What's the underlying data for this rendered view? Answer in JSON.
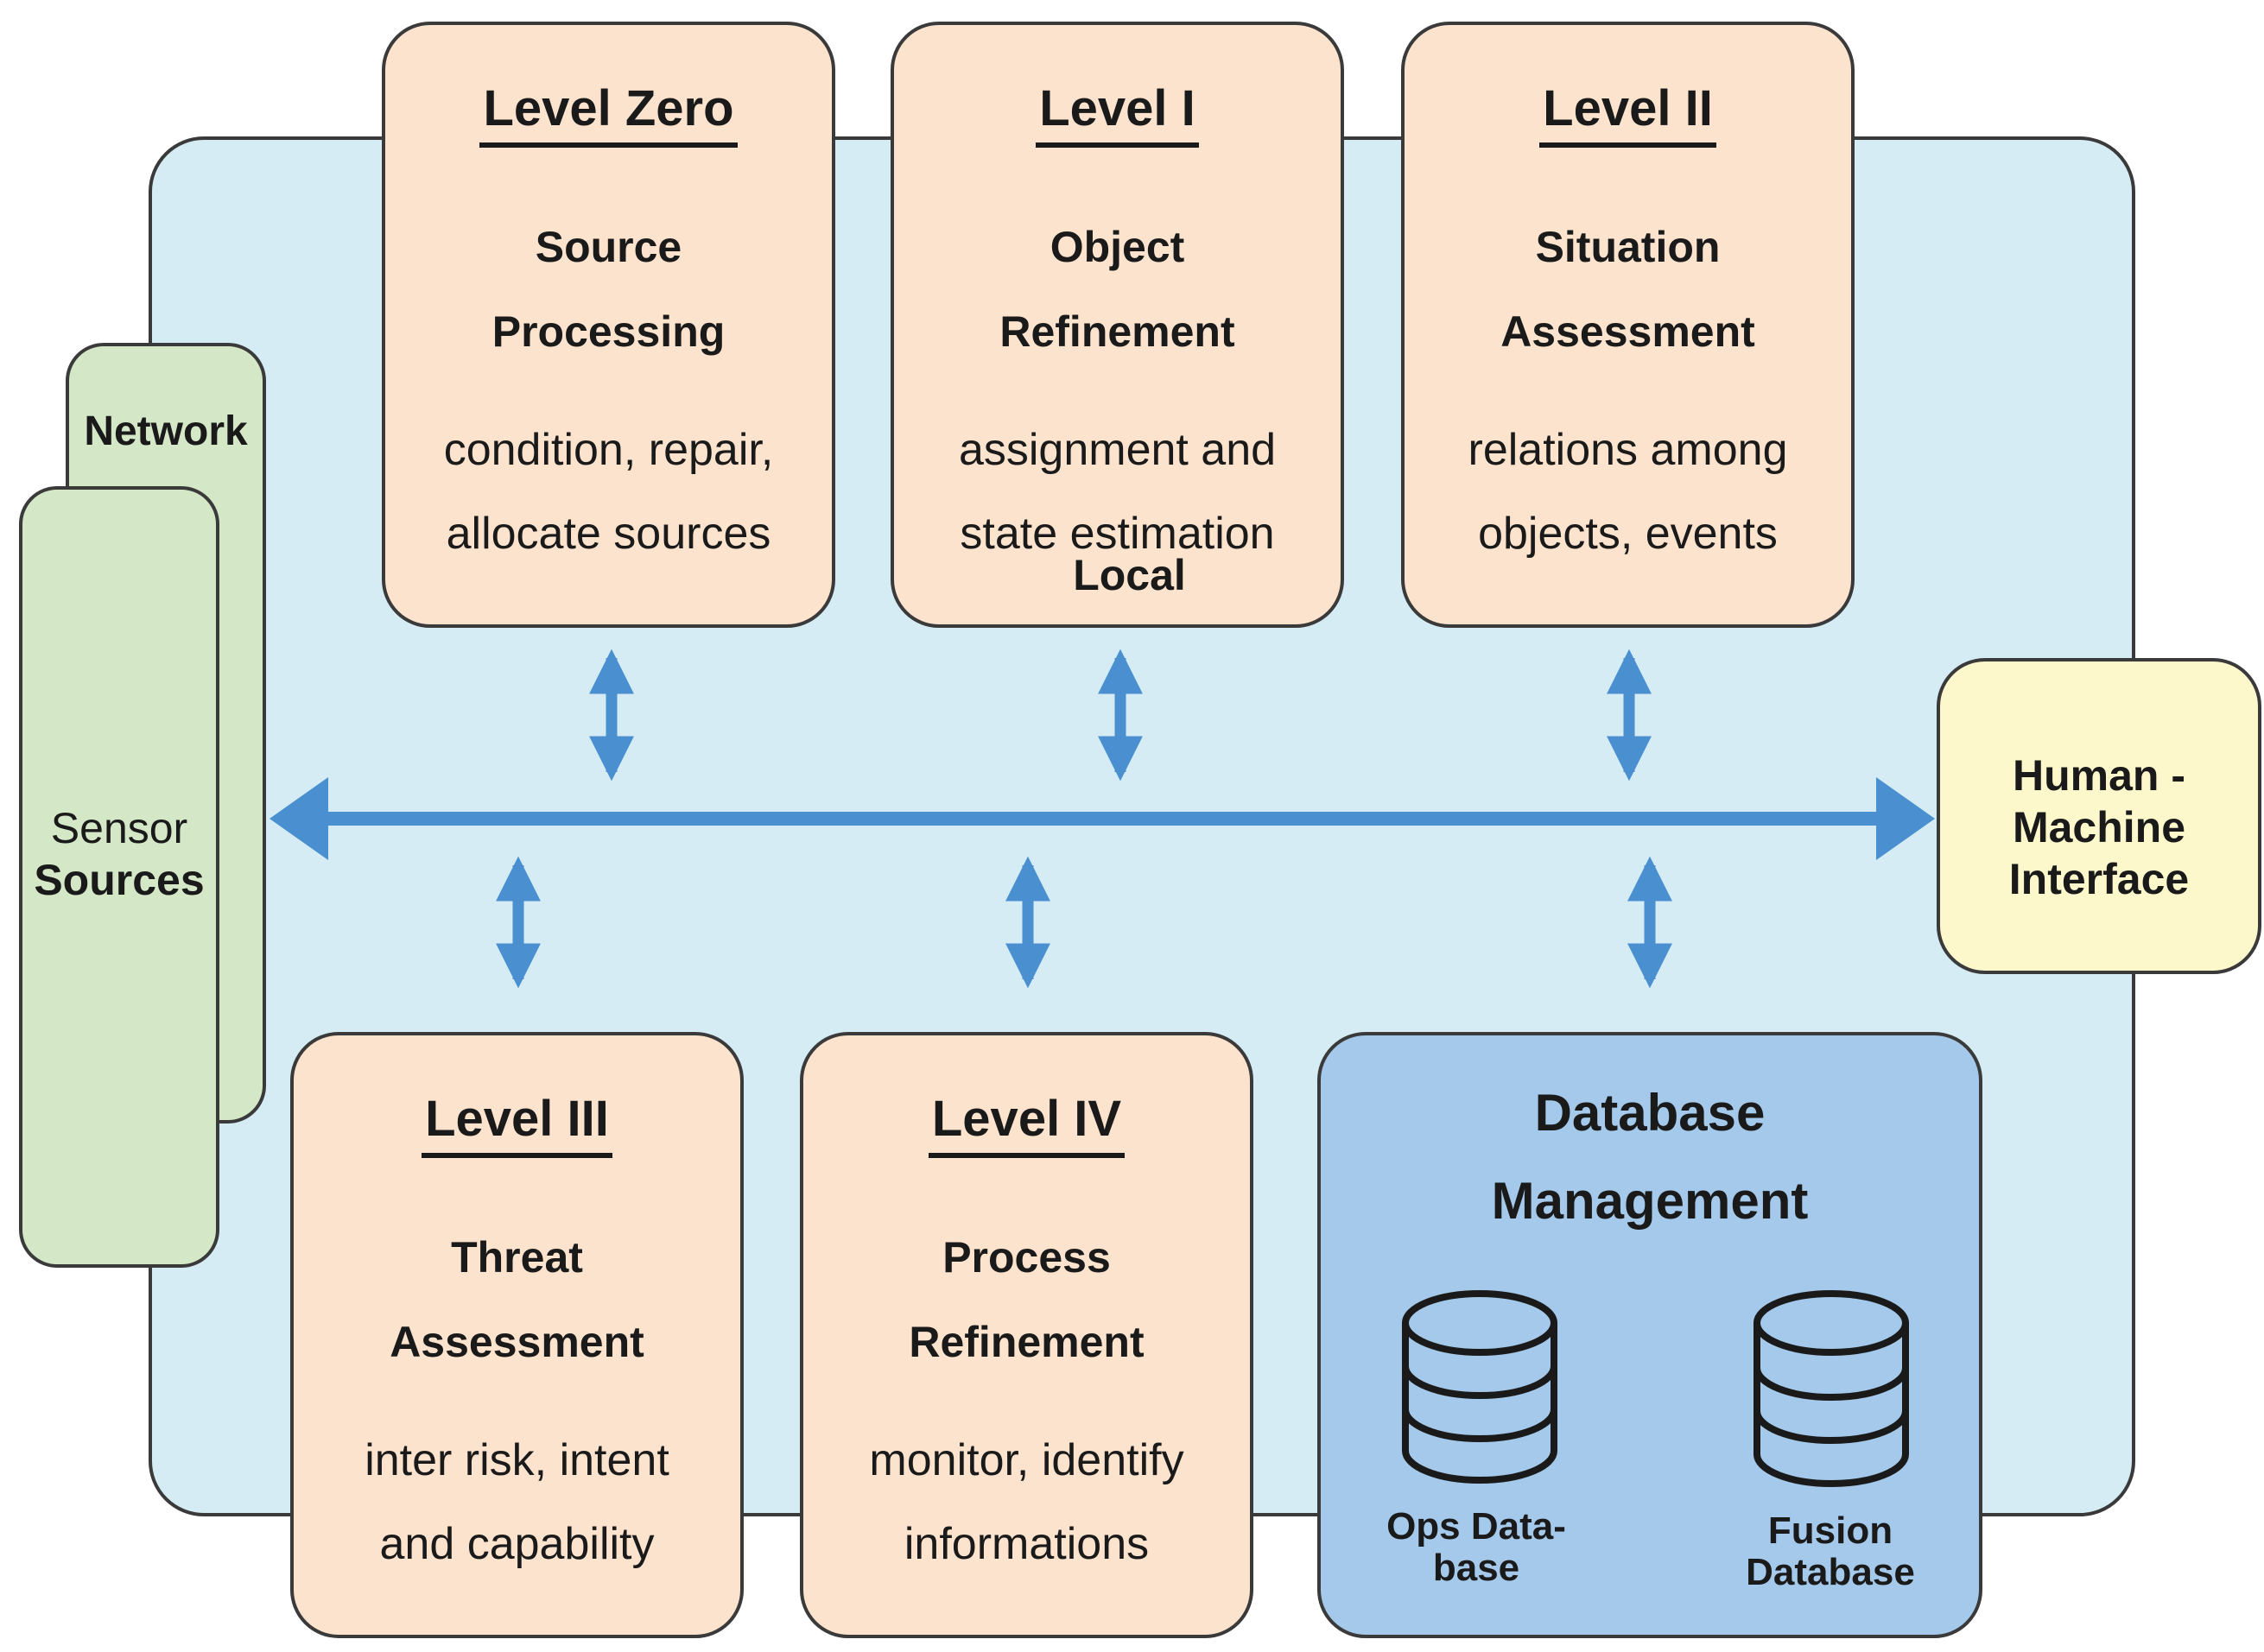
{
  "levels": {
    "zero": {
      "title": "Level Zero",
      "name1": "Source",
      "name2": "Processing",
      "desc1": "condition,   repair,",
      "desc2": "allocate sources"
    },
    "one": {
      "title": "Level I",
      "name1": "Object",
      "name2": "Refinement",
      "desc1": "assignment and",
      "desc2": "state estimation",
      "extra": "Local"
    },
    "two": {
      "title": "Level II",
      "name1": "Situation",
      "name2": "Assessment",
      "desc1": "relations among",
      "desc2": "objects, events"
    },
    "three": {
      "title": "Level III",
      "name1": "Threat",
      "name2": "Assessment",
      "desc1": "inter risk, intent",
      "desc2": "and capability"
    },
    "four": {
      "title": "Level IV",
      "name1": "Process",
      "name2": "Refinement",
      "desc1": "monitor, identify",
      "desc2": "informations"
    }
  },
  "network": {
    "label": "Network"
  },
  "sensor": {
    "line1": "Sensor",
    "line2": "Sources"
  },
  "hmi": {
    "line1": "Human -",
    "line2": "Machine",
    "line3": "Interface"
  },
  "database": {
    "title1": "Database",
    "title2": "Management",
    "ops": {
      "line1": "Ops Data-",
      "line2": "base"
    },
    "fusion": {
      "line1": "Fusion",
      "line2": "Database"
    }
  },
  "colors": {
    "bus": "#d5ecf4",
    "level_box": "#fce3ce",
    "sensor": "#d4e8c8",
    "hmi": "#fdf8cc",
    "database": "#a4c9ea",
    "arrow": "#4a90d0"
  }
}
